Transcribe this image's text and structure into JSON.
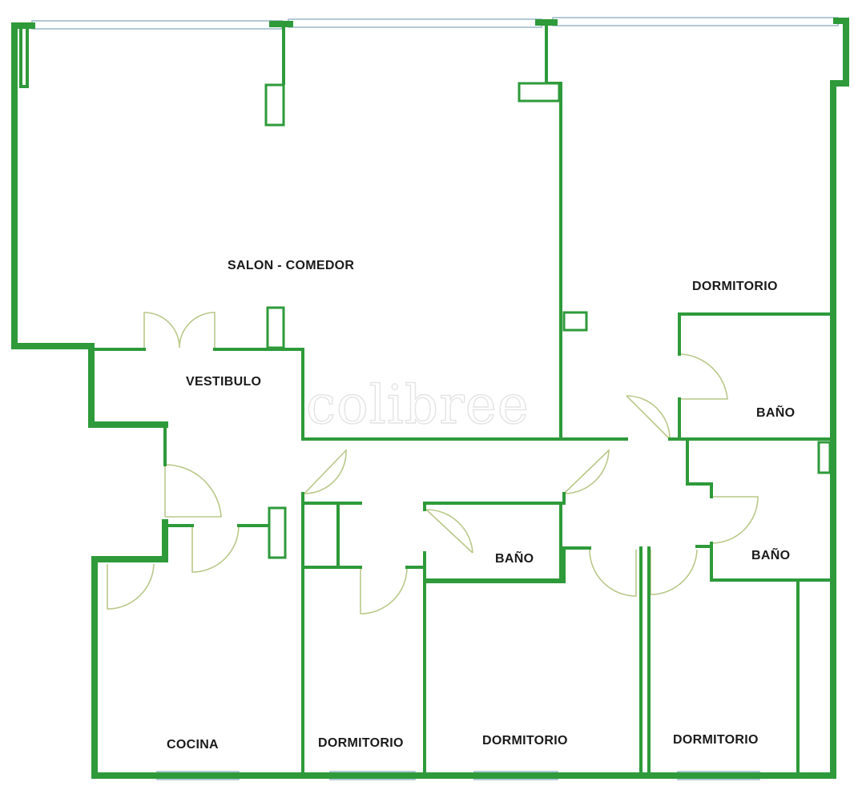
{
  "plan": {
    "colors": {
      "wall": "#2e9a3a",
      "door": "#b9c88a",
      "window": "#9fbcc9",
      "label": "#1a1a1a"
    },
    "rooms": {
      "salon": "SALON - COMEDOR",
      "vestibulo": "VESTIBULO",
      "cocina": "COCINA",
      "dormitorio_ne": "DORMITORIO",
      "dormitorio_1": "DORMITORIO",
      "dormitorio_2": "DORMITORIO",
      "dormitorio_3": "DORMITORIO",
      "bano_1": "BAÑO",
      "bano_2": "BAÑO",
      "bano_3": "BAÑO"
    },
    "watermark": "colibree"
  }
}
